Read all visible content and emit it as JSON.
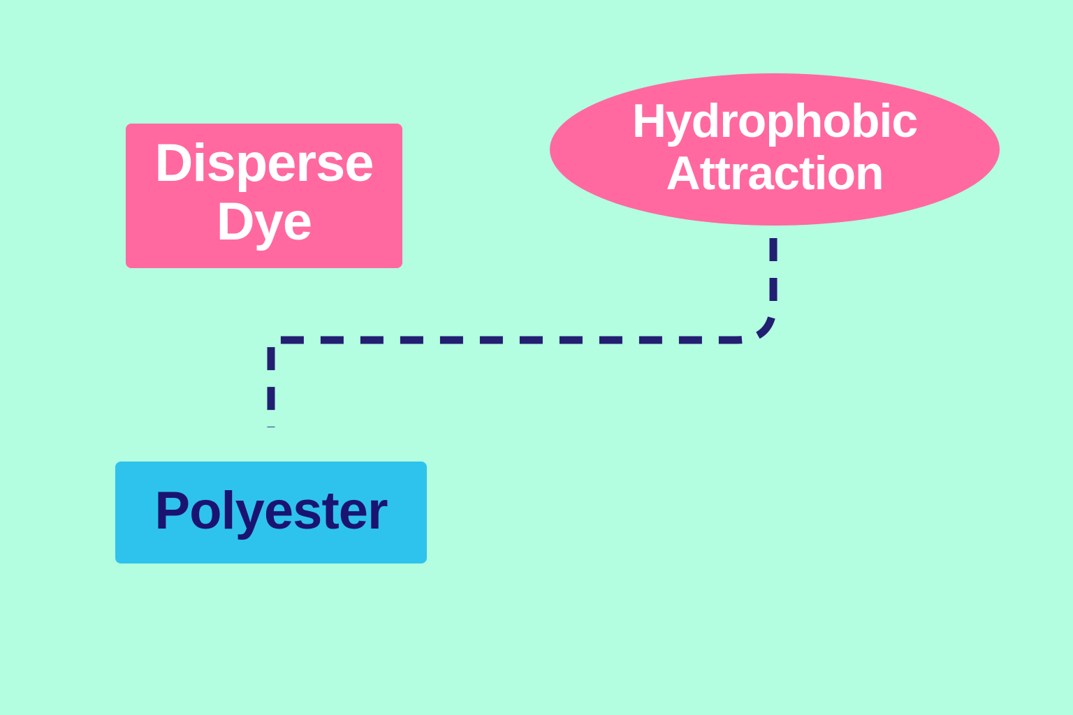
{
  "diagram": {
    "background_color": "#b3fde0",
    "nodes": {
      "disperse_dye": {
        "label": "Disperse\nDye",
        "shape": "rectangle",
        "fill_color": "#ff69a0",
        "text_color": "#ffffff"
      },
      "hydrophobic_attraction": {
        "label": "Hydrophobic\nAttraction",
        "shape": "ellipse",
        "fill_color": "#ff69a0",
        "text_color": "#ffffff"
      },
      "polyester": {
        "label": "Polyester",
        "shape": "rectangle",
        "fill_color": "#2ec3ec",
        "text_color": "#1a1470"
      }
    },
    "edges": [
      {
        "from": "hydrophobic_attraction",
        "to": "polyester",
        "style": "dashed",
        "color": "#221e72"
      }
    ]
  }
}
